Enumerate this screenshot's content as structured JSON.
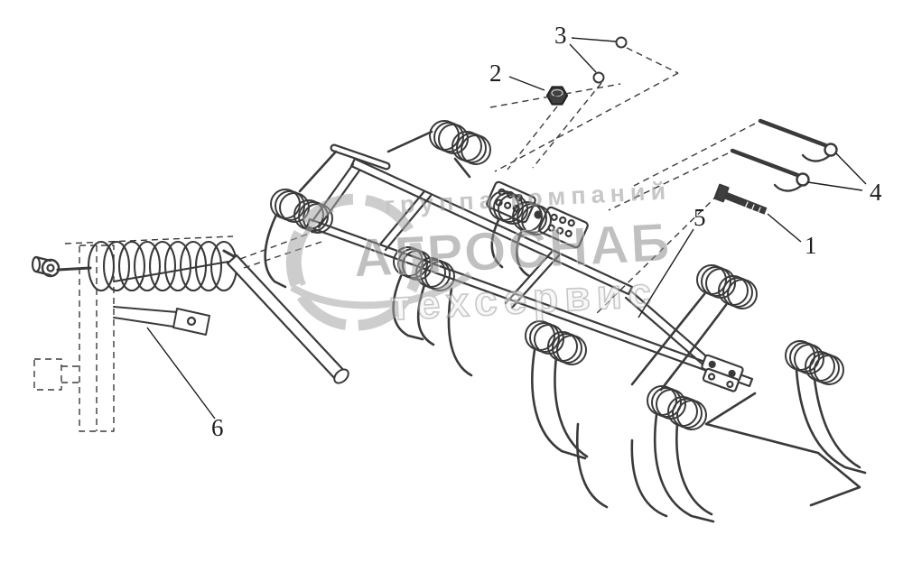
{
  "meta": {
    "background": "#ffffff",
    "line_color": "#3a3a3a",
    "watermark_color": "#9b9b9b"
  },
  "callouts": [
    {
      "label": "1"
    },
    {
      "label": "2"
    },
    {
      "label": "3"
    },
    {
      "label": "4"
    },
    {
      "label": "5"
    },
    {
      "label": "6"
    }
  ],
  "watermark": {
    "top": "группа компаний",
    "main": "АГРОСНАБ",
    "bottom": "техсервис"
  }
}
